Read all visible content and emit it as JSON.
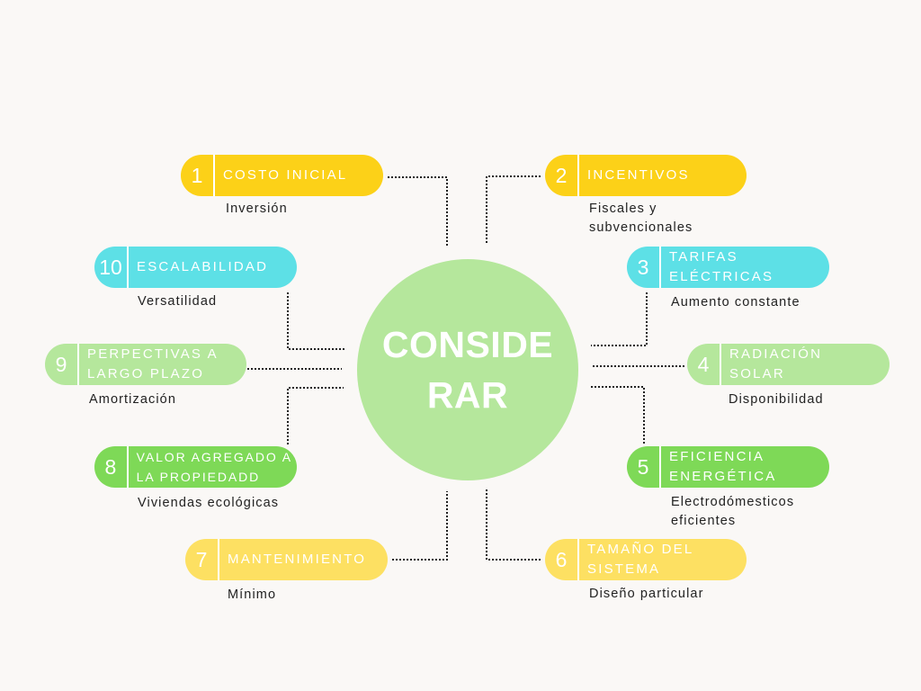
{
  "center": {
    "label": "CONSIDE RAR"
  },
  "colors": {
    "yellow": "#fcd118",
    "light_yellow": "#fde062",
    "cyan": "#5de0e6",
    "green": "#7ed957",
    "light_green": "#b5e79c",
    "background": "#faf8f6"
  },
  "items": [
    {
      "number": "1",
      "title": "COSTO INICIAL",
      "description": "Inversión"
    },
    {
      "number": "2",
      "title": "INCENTIVOS",
      "description": "Fiscales y subvencionales"
    },
    {
      "number": "3",
      "title": "TARIFAS ELÉCTRICAS",
      "description": "Aumento constante"
    },
    {
      "number": "4",
      "title": "RADIACIÓN SOLAR",
      "description": "Disponibilidad"
    },
    {
      "number": "5",
      "title": "EFICIENCIA ENERGÉTICA",
      "description": "Electrodómesticos eficientes"
    },
    {
      "number": "6",
      "title": "TAMAÑO DEL SISTEMA",
      "description": "Diseño particular"
    },
    {
      "number": "7",
      "title": "MANTENIMIENTO",
      "description": "Mínimo"
    },
    {
      "number": "8",
      "title": "VALOR AGREGADO A LA PROPIEDADD",
      "description": "Viviendas ecológicas"
    },
    {
      "number": "9",
      "title": "PERPECTIVAS A LARGO PLAZO",
      "description": "Amortización"
    },
    {
      "number": "10",
      "title": "ESCALABILIDAD",
      "description": "Versatilidad"
    }
  ]
}
